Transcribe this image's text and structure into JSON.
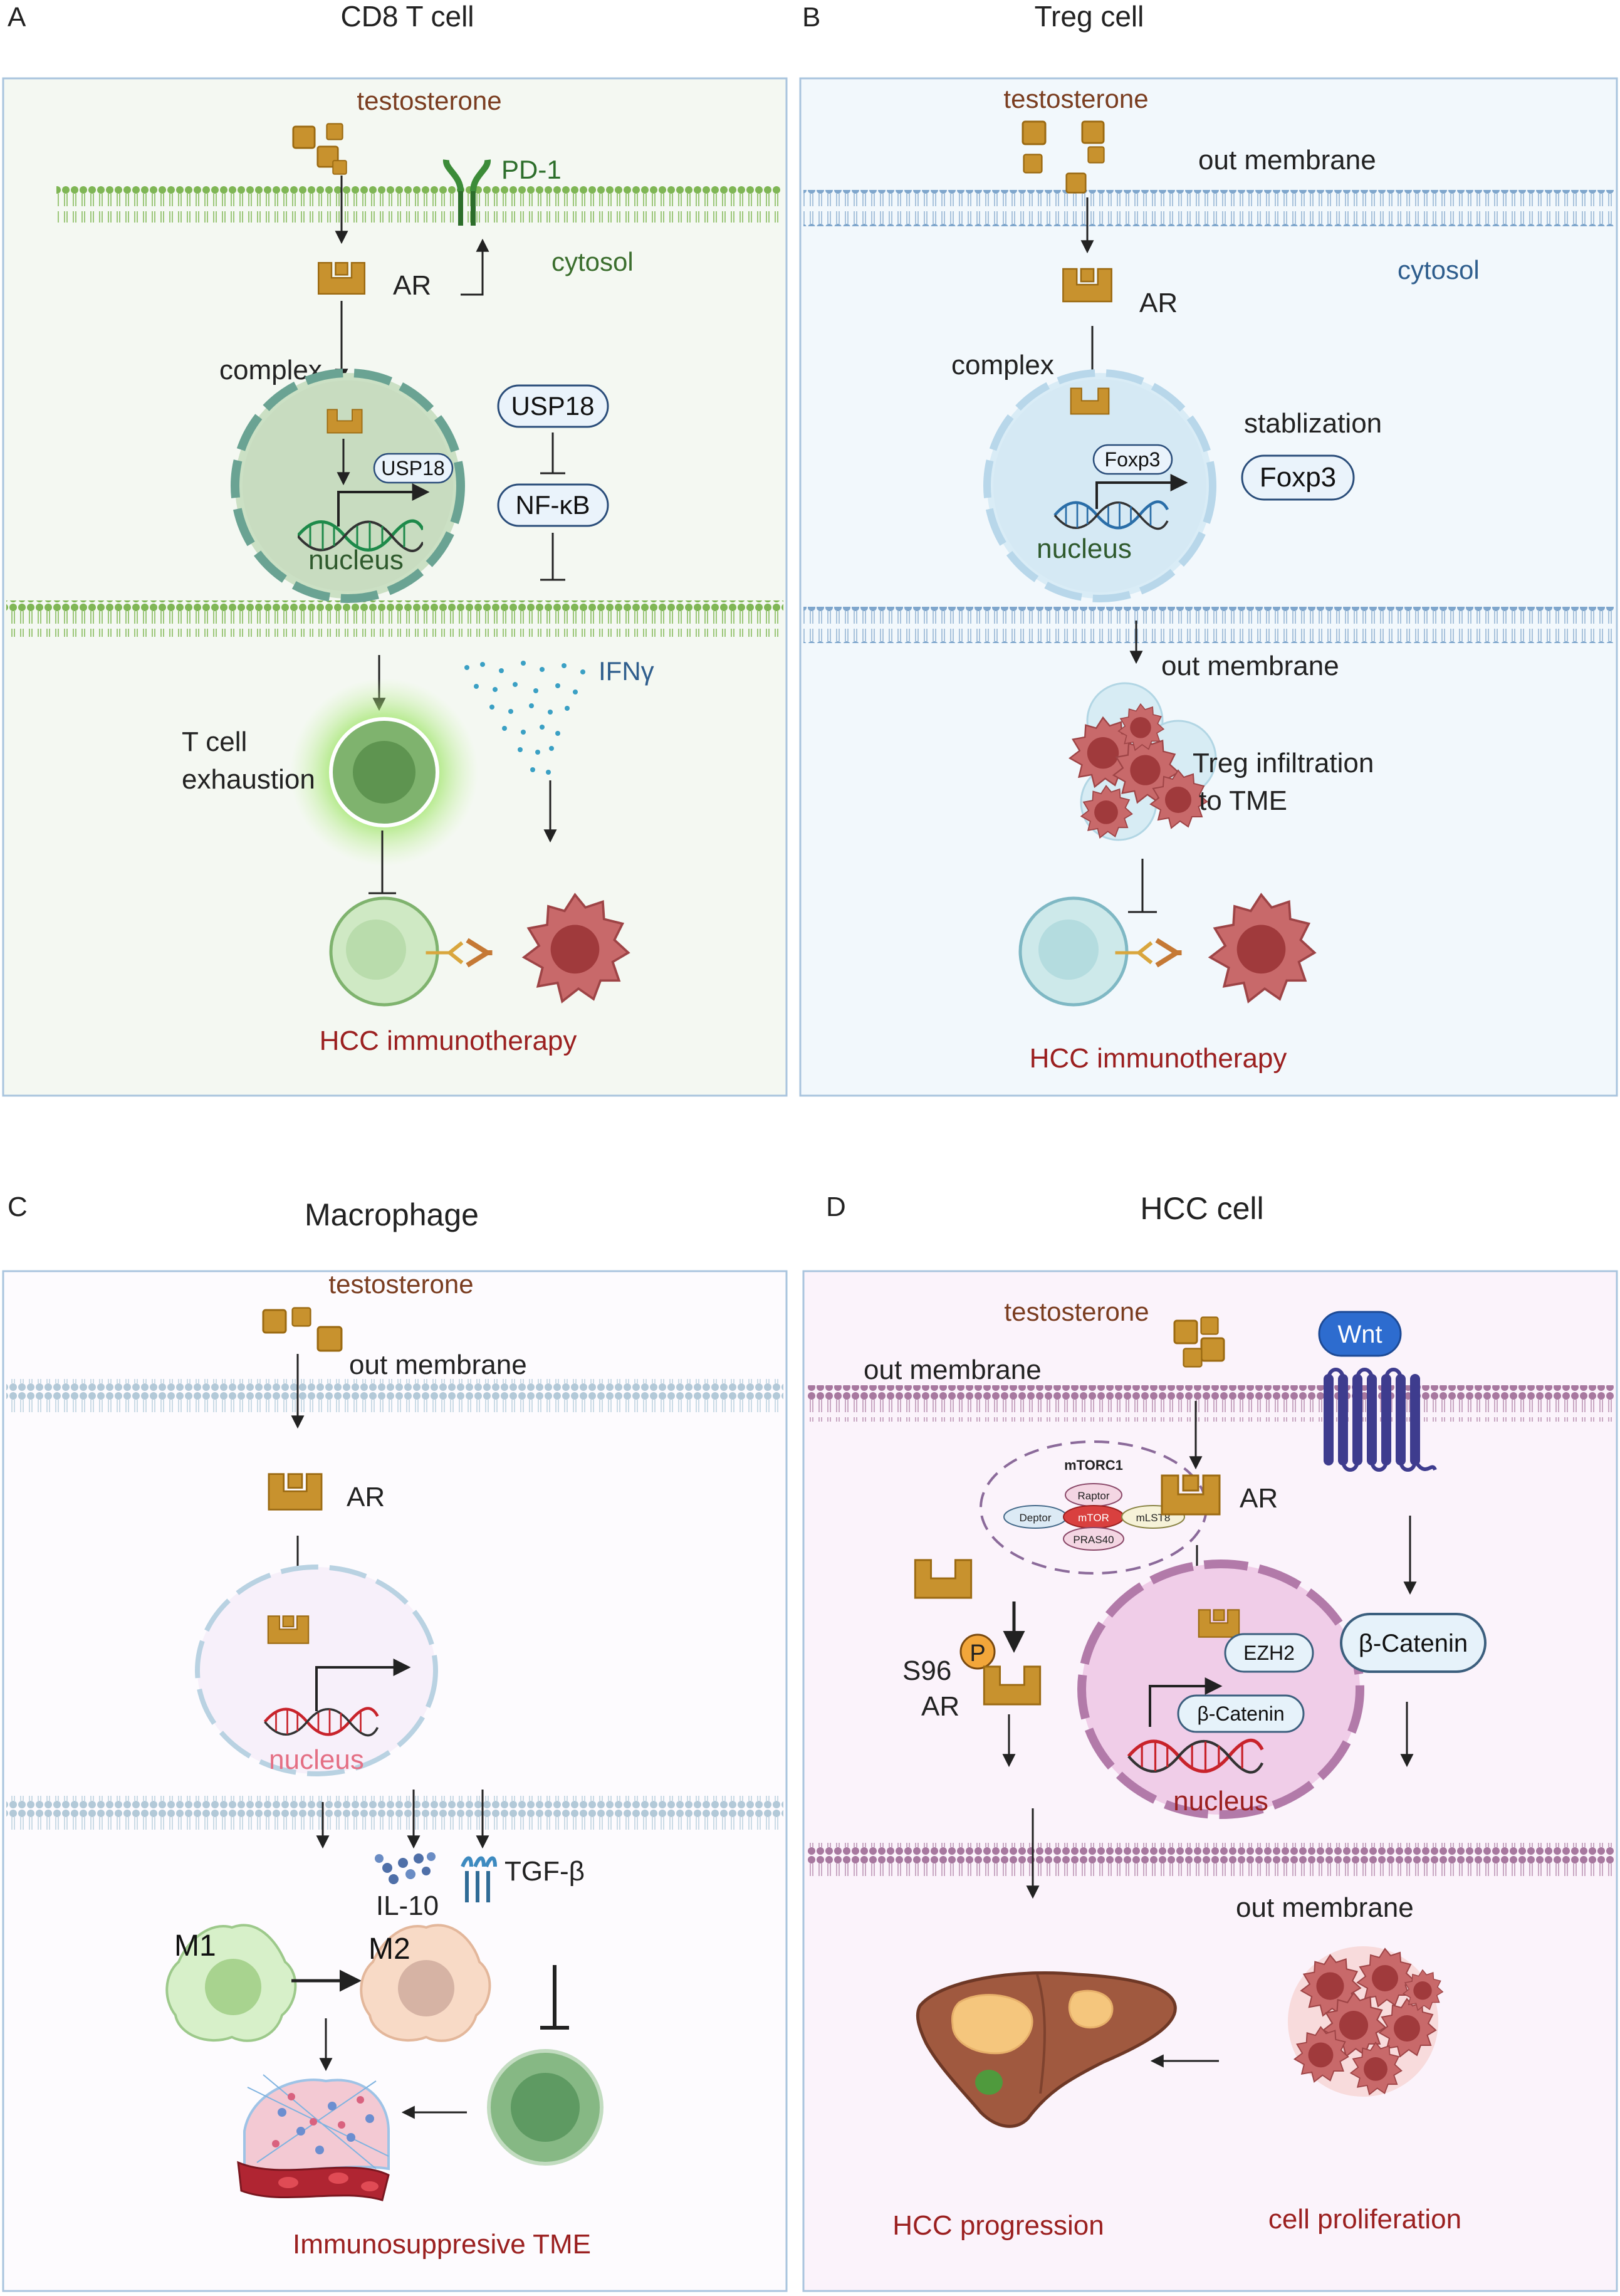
{
  "colors": {
    "ar_gold": "#c8922e",
    "ar_gold_dark": "#9b6a12",
    "green_membrane": "#79b24b",
    "blue_membrane": "#7da4c9",
    "purple_membrane": "#a5749c",
    "dark_red_text": "#9b2020",
    "testosterone_text": "#7a3d20",
    "cytosol_green": "#3b6e2e",
    "cytosol_blue": "#2f5e8d",
    "panel_border": "#a9c4de"
  },
  "panelA": {
    "letter": "A",
    "title": "CD8 T cell",
    "testosterone": "testosterone",
    "pd1": "PD-1",
    "cytosol": "cytosol",
    "ar": "AR",
    "complex": "complex",
    "usp18_box": "USP18",
    "usp18_gene": "USP18",
    "nfkb": "NF-κB",
    "nucleus": "nucleus",
    "ifng": "IFNγ",
    "exhaustion_l1": "T cell",
    "exhaustion_l2": "exhaustion",
    "bottom": "HCC immunotherapy"
  },
  "panelB": {
    "letter": "B",
    "title": "Treg cell",
    "testosterone": "testosterone",
    "out_membrane": "out membrane",
    "cytosol": "cytosol",
    "ar": "AR",
    "complex": "complex",
    "stablization": "stablization",
    "foxp3_gene": "Foxp3",
    "foxp3_box": "Foxp3",
    "nucleus": "nucleus",
    "out_membrane2": "out membrane",
    "treg_l1": "Treg infiltration",
    "treg_l2": "to TME",
    "bottom": "HCC immunotherapy"
  },
  "panelC": {
    "letter": "C",
    "title": "Macrophage",
    "testosterone": "testosterone",
    "out_membrane": "out membrane",
    "ar": "AR",
    "nucleus": "nucleus",
    "il10": "IL-10",
    "tgfb": "TGF-β",
    "m1": "M1",
    "m2": "M2",
    "bottom": "Immunosuppresive TME"
  },
  "panelD": {
    "letter": "D",
    "title": "HCC cell",
    "testosterone": "testosterone",
    "out_membrane": "out membrane",
    "wnt": "Wnt",
    "mtorc1": "mTORC1",
    "raptor": "Raptor",
    "mtor": "mTOR",
    "deptor": "Deptor",
    "mlst8": "mLST8",
    "pras40": "PRAS40",
    "ar_top": "AR",
    "s96": "S96",
    "p": "P",
    "ar_p": "AR",
    "ezh2": "EZH2",
    "bcat_nuc": "β-Catenin",
    "bcat_cyto": "β-Catenin",
    "nucleus": "nucleus",
    "out_membrane2": "out membrane",
    "hcc_prog": "HCC progression",
    "prolif": "cell proliferation"
  }
}
